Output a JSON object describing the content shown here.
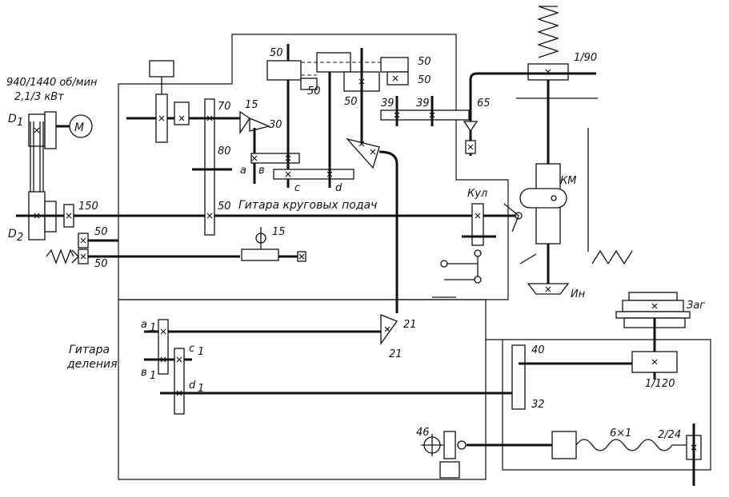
{
  "labels": {
    "motor_speed": "940/1440 об/мин",
    "motor_power": "2,1/3 кВт",
    "motor": "M",
    "pulley_d1": "D",
    "pulley_d1_sub": "1",
    "pulley_d2": "D",
    "pulley_d2_sub": "2",
    "g150": "150",
    "g50_left_a": "50",
    "g50_left_b": "50",
    "g70": "70",
    "g15_bevel": "15",
    "g30": "30",
    "g80": "80",
    "g50_mid": "50",
    "ga": "a",
    "gb": "в",
    "gc": "c",
    "gd": "d",
    "guitar_feed": "Гитара круговых подач",
    "g15_worm": "15",
    "g50_top": "50",
    "g50_top2": "50",
    "g50_right_a": "50",
    "g50_right_b": "50",
    "g50_lower": "50",
    "g39a": "39",
    "g39b": "39",
    "g65": "65",
    "ratio_1_90": "1/90",
    "km": "КМ",
    "kul": "Кул",
    "in": "Ин",
    "zag": "Заг",
    "g21a": "21",
    "g21b": "21",
    "a1": "a",
    "a1_sub": "1",
    "b1": "в",
    "b1_sub": "1",
    "c1": "c",
    "c1_sub": "1",
    "d1": "d",
    "d1_sub": "1",
    "guitar_div_1": "Гитара",
    "guitar_div_2": "деления",
    "g40": "40",
    "g32": "32",
    "ratio_1_120": "1/120",
    "g46": "46",
    "screw": "6×1",
    "ratio_2_24": "2/24"
  }
}
